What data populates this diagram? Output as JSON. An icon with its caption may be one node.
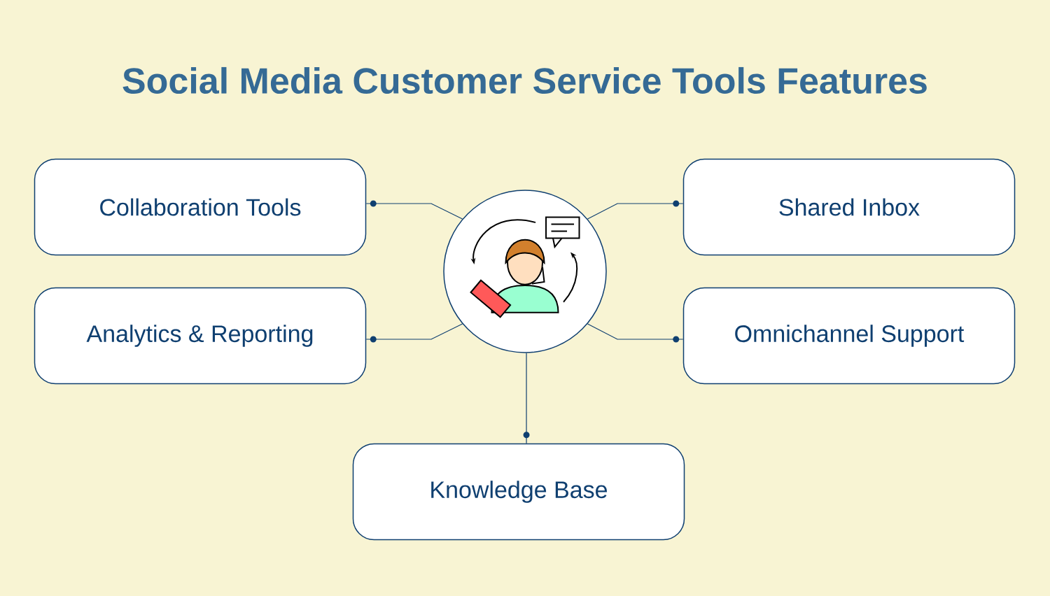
{
  "diagram": {
    "title": "Social Media Customer Service Tools Features",
    "nodes": [
      {
        "text": [
          "Collaboration Tools"
        ]
      },
      {
        "text": [],
        "shape": "circle"
      },
      {
        "text": [
          "Shared Inbox"
        ]
      },
      {
        "text": [
          "Analytics & Reporting"
        ]
      },
      {
        "text": [
          "Omnichannel Support"
        ]
      },
      {
        "text": [
          "Knowledge Base"
        ]
      }
    ],
    "edges": [
      {
        "from": 1,
        "to": 0,
        "arrow": "none"
      },
      {
        "from": 1,
        "to": 2,
        "arrow": "none"
      },
      {
        "from": 1,
        "to": 3,
        "arrow": "none"
      },
      {
        "from": 1,
        "to": 4,
        "arrow": "none"
      },
      {
        "from": 1,
        "to": 5,
        "arrow": "none"
      }
    ]
  }
}
